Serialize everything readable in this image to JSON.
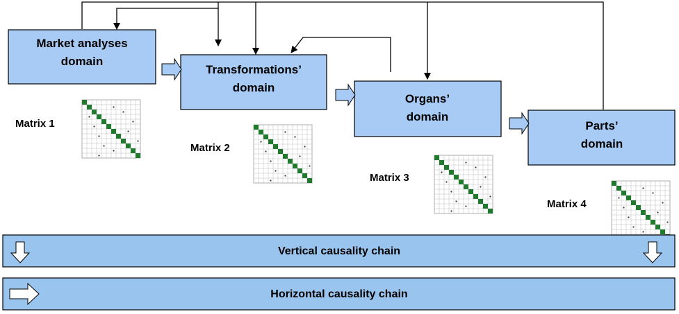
{
  "domains": [
    {
      "line1": "Market analyses",
      "line2": "domain"
    },
    {
      "line1": "Transformations’",
      "line2": "domain"
    },
    {
      "line1": "Organs’",
      "line2": "domain"
    },
    {
      "line1": "Parts’",
      "line2": "domain"
    }
  ],
  "matrices": [
    "Matrix 1",
    "Matrix 2",
    "Matrix 3",
    "Matrix 4"
  ],
  "chains": {
    "vertical": "Vertical causality chain",
    "horizontal": "Horizontal causality chain"
  },
  "colors": {
    "box_fill": "#a7cbf5",
    "bar_fill": "#99c4ee",
    "matrix_diagonal": "#1f7a2e",
    "stroke": "#000000"
  }
}
